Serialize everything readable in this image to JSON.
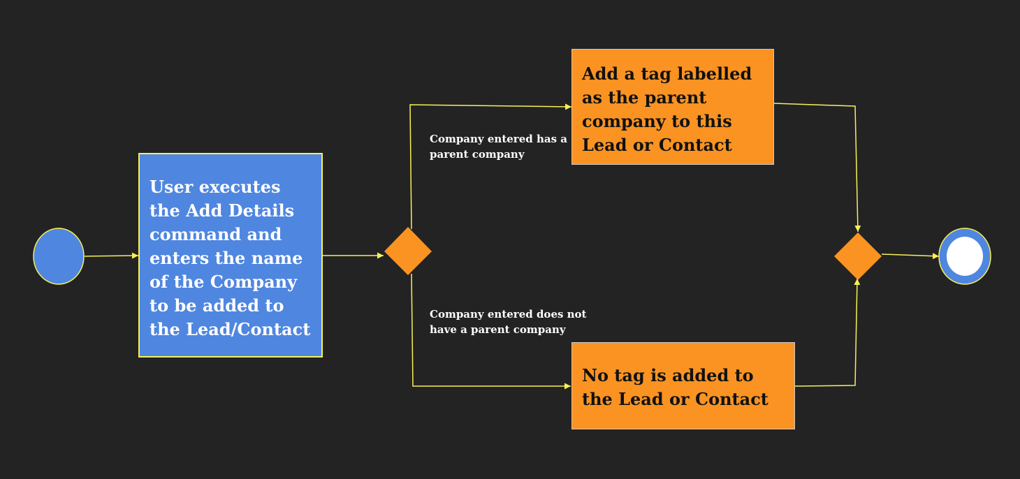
{
  "colors": {
    "background": "#232323",
    "edge": "#f7f05a",
    "action_blue": "#4f86e0",
    "action_orange": "#fa9322",
    "decision": "#fa9322",
    "node_blue": "#4f86e0"
  },
  "nodes": {
    "start": {
      "shape": "initial-node"
    },
    "user_action": {
      "text": "User executes the Add Details command and enters the name of the Company to be added to the Lead/Contact"
    },
    "decision_branch": {
      "shape": "decision-diamond"
    },
    "add_tag_action": {
      "text": "Add a tag labelled as the parent company to this Lead or Contact"
    },
    "no_tag_action": {
      "text": "No tag is added to the Lead or Contact"
    },
    "merge": {
      "shape": "merge-diamond"
    },
    "end": {
      "shape": "final-node"
    }
  },
  "guards": {
    "has_parent": "Company entered has a parent company",
    "no_parent": "Company entered does not have a parent company"
  }
}
